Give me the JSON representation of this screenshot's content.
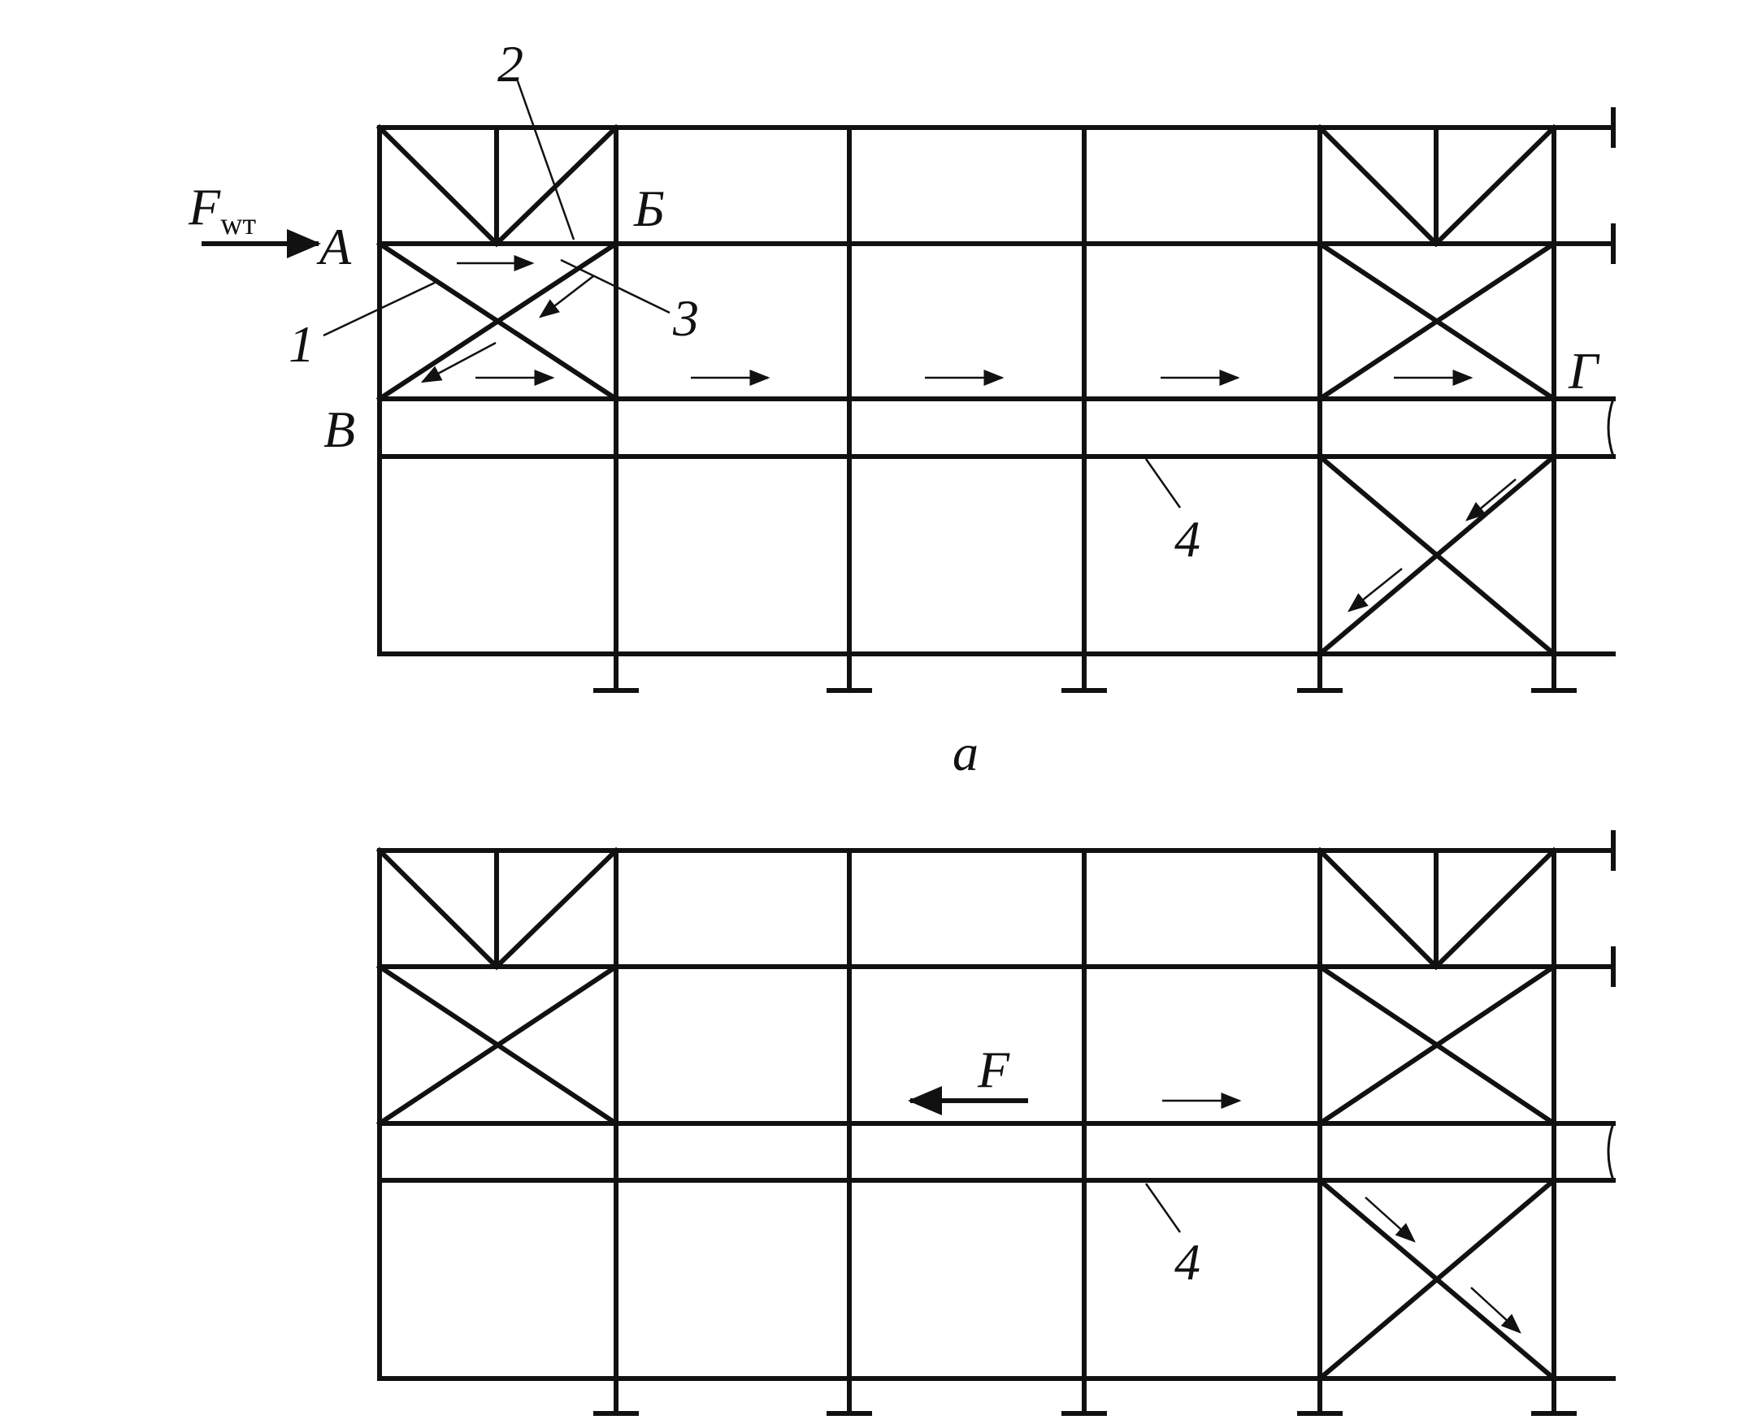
{
  "diagram": {
    "labels": {
      "force_a": "F",
      "force_a_sub": "wт",
      "node_a": "А",
      "node_b": "Б",
      "node_v": "В",
      "node_g": "Г",
      "callout_1": "1",
      "callout_2": "2",
      "callout_3": "3",
      "callout_4_top": "4",
      "caption_a": "а",
      "force_b": "F",
      "callout_4_bottom": "4"
    },
    "colors": {
      "ink": "#111111",
      "background": "#ffffff"
    }
  }
}
